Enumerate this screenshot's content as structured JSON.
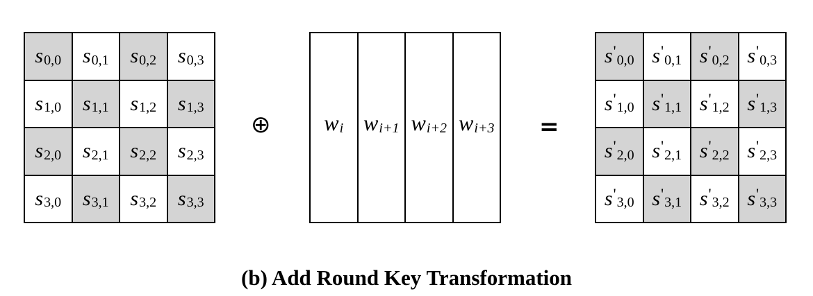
{
  "state_in": {
    "symbol": "s",
    "cells": [
      [
        "0,0",
        "0,1",
        "0,2",
        "0,3"
      ],
      [
        "1,0",
        "1,1",
        "1,2",
        "1,3"
      ],
      [
        "2,0",
        "2,1",
        "2,2",
        "2,3"
      ],
      [
        "3,0",
        "3,1",
        "3,2",
        "3,3"
      ]
    ]
  },
  "key_words": {
    "symbol": "w",
    "subscripts": [
      "i",
      "i+1",
      "i+2",
      "i+3"
    ]
  },
  "state_out": {
    "symbol": "s",
    "prime": "'",
    "cells": [
      [
        "0,0",
        "0,1",
        "0,2",
        "0,3"
      ],
      [
        "1,0",
        "1,1",
        "1,2",
        "1,3"
      ],
      [
        "2,0",
        "2,1",
        "2,2",
        "2,3"
      ],
      [
        "3,0",
        "3,1",
        "3,2",
        "3,3"
      ]
    ]
  },
  "operators": {
    "xor": "⊕",
    "equals": "="
  },
  "shade_color": "#d4d4d4",
  "caption": "(b) Add Round Key Transformation"
}
